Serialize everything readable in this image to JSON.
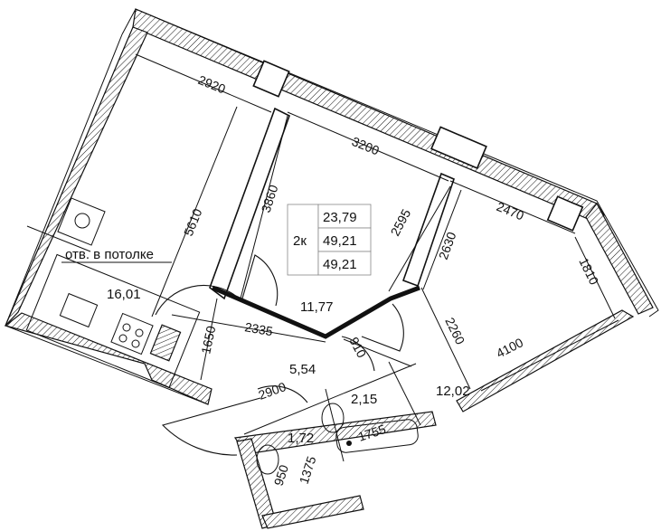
{
  "apartment": {
    "type_label": "2к",
    "living_area": "23,79",
    "total_area": "49,21",
    "total_area_2": "49,21"
  },
  "rooms": {
    "room_large": "16,01",
    "room_center": "11,77",
    "room_right": "12,02",
    "hall": "5,54",
    "bath": "2,15",
    "wc": "1,72"
  },
  "notes": {
    "ceiling_hole": "отв. в потолке"
  },
  "dimensions": {
    "d2920": "2920",
    "d3200": "3200",
    "d2470": "2470",
    "d5610": "5610",
    "d3860": "3860",
    "d2595": "2595",
    "d2630": "2630",
    "d1810": "1810",
    "d4100": "4100",
    "d2260": "2260",
    "d2335": "2335",
    "d1650": "1650",
    "d910": "910",
    "d2900": "2900",
    "d1755": "1755",
    "d1375": "1375",
    "d950": "950"
  }
}
